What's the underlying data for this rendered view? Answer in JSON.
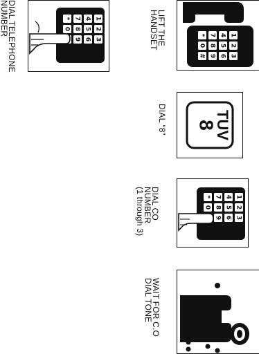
{
  "steps": [
    {
      "id": "lift",
      "lines": [
        "LIFT THE",
        "HANDSET"
      ]
    },
    {
      "id": "dial8",
      "lines": [
        "DIAL “8”"
      ],
      "key_letters": "TUV",
      "key_digit": "8"
    },
    {
      "id": "dialco",
      "lines": [
        "DIAL CO",
        "NUMBER",
        "(1 through 3)"
      ]
    },
    {
      "id": "wait",
      "lines": [
        "WAIT FOR C.O",
        "DIAL TONE"
      ]
    },
    {
      "id": "dialphone",
      "lines": [
        "DIAL TELEPHONE",
        "NUMBER"
      ]
    }
  ],
  "keypad": {
    "rows": [
      [
        "1",
        "2",
        "3"
      ],
      [
        "4",
        "5",
        "6"
      ],
      [
        "7",
        "8",
        "9"
      ],
      [
        "*",
        "0",
        "#"
      ]
    ]
  }
}
